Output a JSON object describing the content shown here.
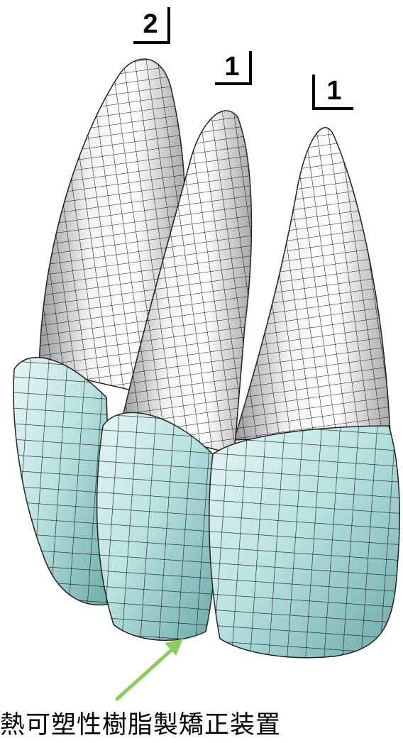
{
  "labels": {
    "left": "2",
    "middle": "1",
    "right": "1"
  },
  "caption": "熱可塑性樹脂製矯正装置",
  "colors": {
    "tooth_root": "#e8e8ea",
    "aligner": "#b8e2e0",
    "mesh_line": "#1a1a1a",
    "arrow": "#8ccc5a"
  }
}
